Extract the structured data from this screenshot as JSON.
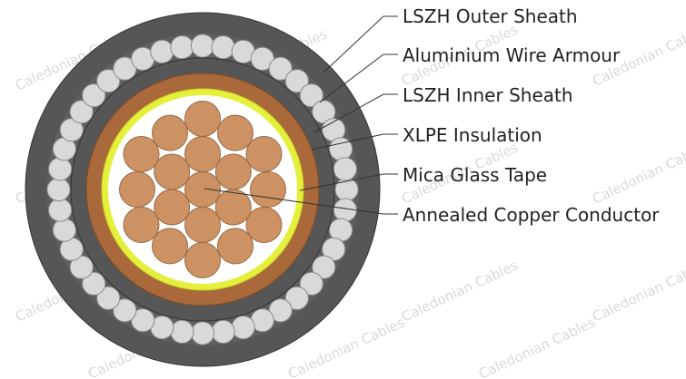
{
  "diagram": {
    "layers": [
      {
        "label": "LSZH Outer Sheath",
        "color": "#565656"
      },
      {
        "label": "Aluminium Wire Armour",
        "color": "#d9d9d9"
      },
      {
        "label": "LSZH Inner Sheath",
        "color": "#565656"
      },
      {
        "label": "XLPE Insulation",
        "color": "#a9693a"
      },
      {
        "label": "Mica Glass Tape",
        "color": "#e4f03c"
      },
      {
        "label": "Annealed Copper Conductor",
        "color": "#cd9263"
      }
    ],
    "watermark": "Caledonian Cables"
  }
}
